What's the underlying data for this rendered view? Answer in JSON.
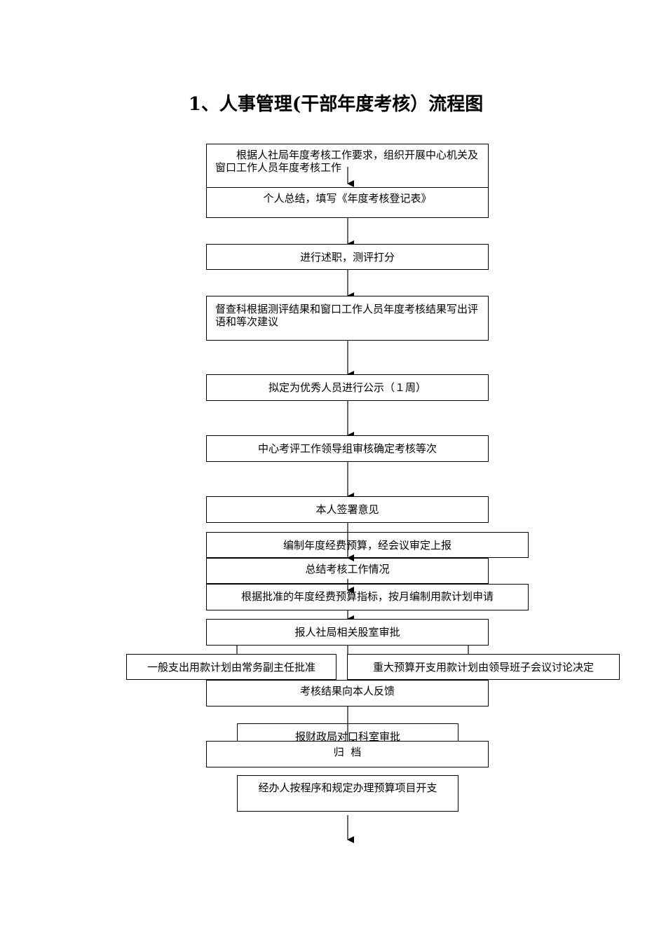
{
  "title": "1、人事管理(干部年度考核）流程图",
  "steps": {
    "s1": "根据人社局年度考核工作要求，组织开展中心机关及窗口工作人员年度考核工作",
    "s2": "个人总结，填写《年度考核登记表》",
    "s3": "进行述职，测评打分",
    "s4": "督查科根据测评结果和窗口工作人员年度考核结果写出评语和等次建议",
    "s5": "拟定为优秀人员进行公示（１周）",
    "s6": "中心考评工作领导组审核确定考核等次",
    "s7": "本人签署意见",
    "s8": "总结考核工作情况",
    "s9": "报人社局相关股室审批",
    "s10": "考核结果向本人反馈",
    "s11": "归  档"
  },
  "overlay": {
    "o1": "编制年度经费预算，经会议审定上报",
    "o2": "根据批准的年度经费预算指标，按月编制用款计划申请",
    "o3": "一般支出用款计划由常务副主任批准",
    "o4": "重大预算开支用款计划由领导班子会议讨论决定",
    "o5": "报财政局对口科室审批",
    "o6": "经办人按程序和规定办理预算项目开支"
  }
}
